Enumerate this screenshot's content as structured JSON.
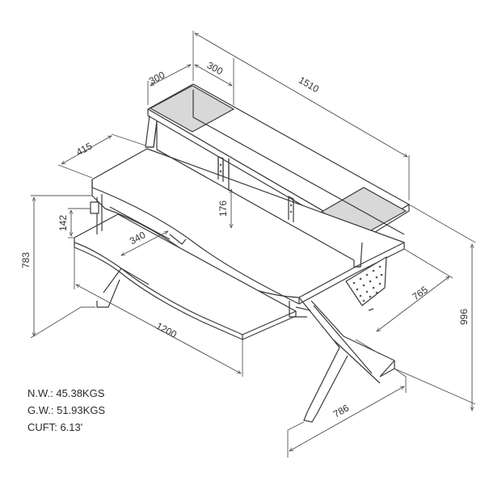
{
  "dimensions": {
    "shelf_left_depth": "300",
    "shelf_right_depth": "300",
    "total_width": "1510",
    "desk_depth": "415",
    "shelf_height": "176",
    "tray_gap": "142",
    "tray_depth": "340",
    "height_left": "783",
    "tray_width": "1200",
    "right_depth": "765",
    "total_height": "996",
    "frame_depth": "786"
  },
  "specs": {
    "net_weight": "N.W.: 45.38KGS",
    "gross_weight": "G.W.: 51.93KGS",
    "volume": "CUFT: 6.13'"
  }
}
